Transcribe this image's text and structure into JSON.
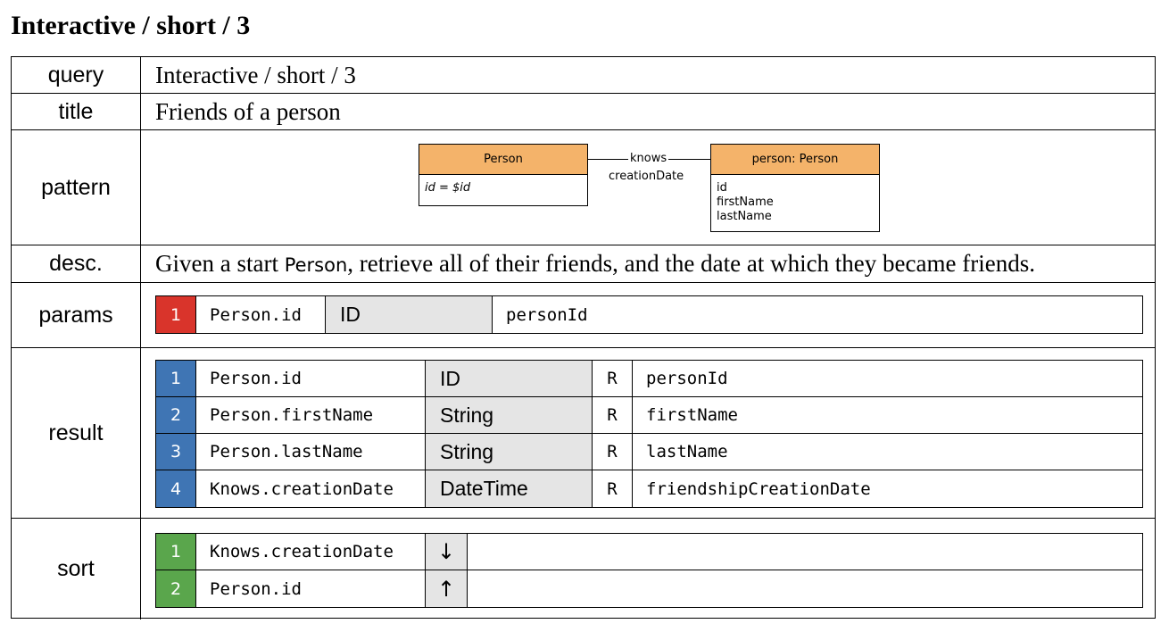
{
  "page_title": "Interactive / short / 3",
  "rows": {
    "query": {
      "key": "query",
      "value": "Interactive / short / 3"
    },
    "title": {
      "key": "title",
      "value": "Friends of a person"
    },
    "pattern": {
      "key": "pattern"
    },
    "desc": {
      "key": "desc.",
      "value_before": "Given a start ",
      "value_entity": "Person",
      "value_after": ", retrieve all of their friends, and the date at which they became friends."
    },
    "params": {
      "key": "params"
    },
    "result": {
      "key": "result"
    },
    "sort": {
      "key": "sort"
    }
  },
  "pattern": {
    "left_node": {
      "label": "Person",
      "body": "id = $id"
    },
    "edge": {
      "label": "knows",
      "property": "creationDate"
    },
    "right_node": {
      "label": "person: Person",
      "attrs": [
        "id",
        "firstName",
        "lastName"
      ]
    }
  },
  "params": [
    {
      "num": "1",
      "attribute": "Person.id",
      "type": "ID",
      "name": "personId"
    }
  ],
  "results": [
    {
      "num": "1",
      "attribute": "Person.id",
      "type": "ID",
      "flag": "R",
      "name": "personId"
    },
    {
      "num": "2",
      "attribute": "Person.firstName",
      "type": "String",
      "flag": "R",
      "name": "firstName"
    },
    {
      "num": "3",
      "attribute": "Person.lastName",
      "type": "String",
      "flag": "R",
      "name": "lastName"
    },
    {
      "num": "4",
      "attribute": "Knows.creationDate",
      "type": "DateTime",
      "flag": "R",
      "name": "friendshipCreationDate"
    }
  ],
  "sort": [
    {
      "num": "1",
      "attribute": "Knows.creationDate",
      "direction": "↓"
    },
    {
      "num": "2",
      "attribute": "Person.id",
      "direction": "↑"
    }
  ],
  "colors": {
    "params": "#d9342b",
    "result": "#3f75b4",
    "sort": "#5aa64c",
    "node_header": "#f4b36a",
    "type_cell": "#e5e5e5"
  }
}
